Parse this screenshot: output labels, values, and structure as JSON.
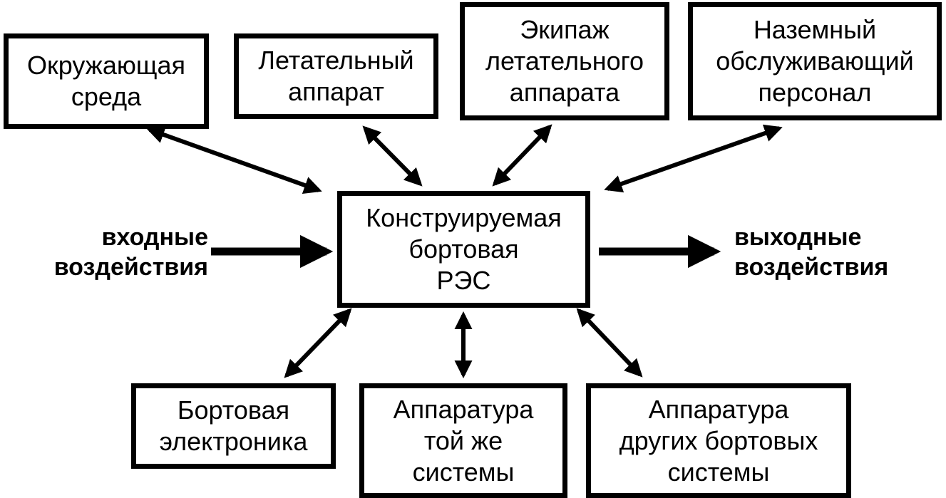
{
  "diagram": {
    "top_boxes": {
      "environment": "Окружающая\nсреда",
      "aircraft": "Летательный\nаппарат",
      "crew": "Экипаж\nлетательного\nаппарата",
      "ground_staff": "Наземный\nобслуживающий\nперсонал"
    },
    "center_box": "Конструируемая\nбортовая\nРЭС",
    "input_label": "входные\nвоздействия",
    "output_label": "выходные\nвоздействия",
    "bottom_boxes": {
      "onboard_electronics": "Бортовая\nэлектроника",
      "same_system_equipment": "Аппаратура\nтой же\nсистемы",
      "other_systems_equipment": "Аппаратура\nдругих бортовых\nсистемы"
    },
    "colors": {
      "stroke": "#000000",
      "background": "#ffffff"
    }
  }
}
